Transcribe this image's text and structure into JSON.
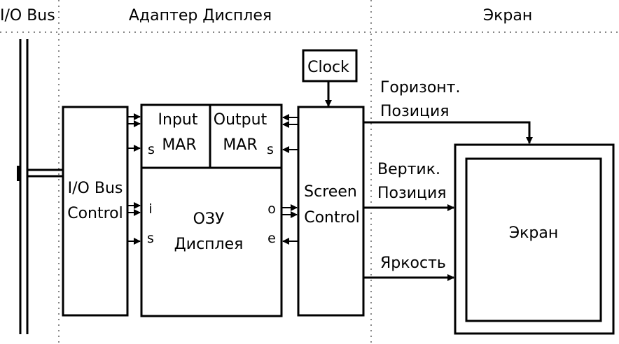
{
  "header": {
    "io_bus": "I/O Bus",
    "adapter": "Адаптер Дисплея",
    "screen": "Экран"
  },
  "blocks": {
    "clock": "Clock",
    "io_control_line1": "I/O Bus",
    "io_control_line2": "Control",
    "input_mar_line1": "Input",
    "input_mar_line2": "MAR",
    "output_mar_line1": "Output",
    "output_mar_line2": "MAR",
    "ram_line1": "ОЗУ",
    "ram_line2": "Дисплея",
    "screen_control_line1": "Screen",
    "screen_control_line2": "Control",
    "display": "Экран"
  },
  "pins": {
    "input_mar_s": "s",
    "output_mar_s": "s",
    "ram_i": "i",
    "ram_s": "s",
    "ram_o": "o",
    "ram_e": "e"
  },
  "signals": {
    "horiz_line1": "Горизонт.",
    "horiz_line2": "Позиция",
    "vert_line1": "Вертик.",
    "vert_line2": "Позиция",
    "brightness": "Яркость"
  }
}
